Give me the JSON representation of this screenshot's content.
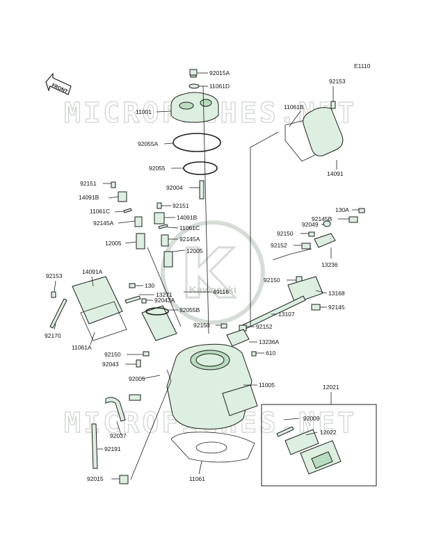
{
  "diagram_code": "E1110",
  "front_arrow_label": "FRONT",
  "watermark_text": "MICROFICHES.NET",
  "watermark_logo_text": "Kawasaki",
  "colors": {
    "part_fill": "#dcefe0",
    "part_dark": "#b8dcc0",
    "line": "#1c1c1c",
    "watermark": "#cfd5cf"
  },
  "labels": {
    "l_92015a": "92015A",
    "l_11061d": "11061D",
    "l_11001": "11001",
    "l_92055a": "92055A",
    "l_92055": "92055",
    "l_92004": "92004",
    "l_92151_l": "92151",
    "l_14091b_l": "14091B",
    "l_11061c_l": "11061C",
    "l_92145a_l": "92145A",
    "l_12005_l": "12005",
    "l_92151_c": "92151",
    "l_14091b_c": "14091B",
    "l_11061c_c": "11061C",
    "l_92145a_c": "92145A",
    "l_12005_c": "12005",
    "l_92153_tr": "92153",
    "l_11061b": "11061B",
    "l_14091": "14091",
    "l_130a": "130A",
    "l_92145b": "92145B",
    "l_92049": "92049",
    "l_92150_r": "92150",
    "l_92152_r": "92152",
    "l_13236": "13236",
    "l_92150_m": "92150",
    "l_13168": "13168",
    "l_92145": "92145",
    "l_13107": "13107",
    "l_92152_m": "92152",
    "l_13236a": "13236A",
    "l_610": "610",
    "l_92153_l": "92153",
    "l_14091a": "14091A",
    "l_130": "130",
    "l_13271": "13271",
    "l_92043a": "92043A",
    "l_49116": "49116",
    "l_92055b": "92055B",
    "l_92150_c": "92150",
    "l_92170": "92170",
    "l_11061a": "11061A",
    "l_92150_l": "92150",
    "l_92043": "92043",
    "l_92005": "92005",
    "l_11005": "11005",
    "l_12021": "12021",
    "l_92009": "92009",
    "l_12022": "12022",
    "l_92037": "92037",
    "l_92191": "92191",
    "l_92015": "92015",
    "l_11061": "11061"
  }
}
